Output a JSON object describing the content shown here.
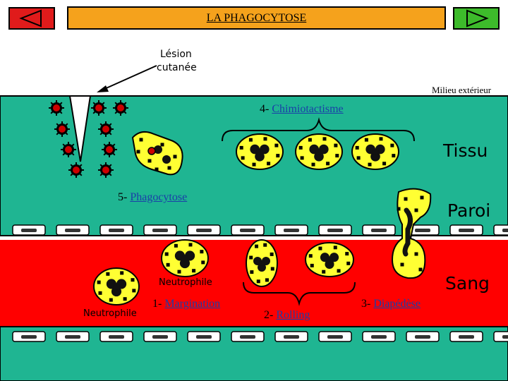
{
  "title": "LA PHAGOCYTOSE",
  "nav": {
    "prev_icon": "triangle-left-icon",
    "next_icon": "triangle-right-icon",
    "prev_color": "#e01b1b",
    "next_color": "#3dbb2b"
  },
  "labels": {
    "lesion_line1": "Lésion",
    "lesion_line2": "cutanée",
    "milieu": "Milieu extérieur",
    "tissu": "Tissu",
    "paroi": "Paroi",
    "sang": "Sang",
    "neutrophile_1": "Neutrophile",
    "neutrophile_2": "Neutrophile"
  },
  "steps": {
    "s1_num": "1-",
    "s1_text": "Margination",
    "s2_num": "2-",
    "s2_text": "Rolling",
    "s3_num": "3-",
    "s3_text": "Diapédèse",
    "s4_num": "4-",
    "s4_text": "Chimiotactisme",
    "s5_num": "5-",
    "s5_text": "Phagocytose"
  },
  "colors": {
    "tissue": "#1fb592",
    "blood": "#ff0000",
    "cell": "#ffff33",
    "nucleus": "#111111",
    "bacteria": "#cc0000"
  }
}
